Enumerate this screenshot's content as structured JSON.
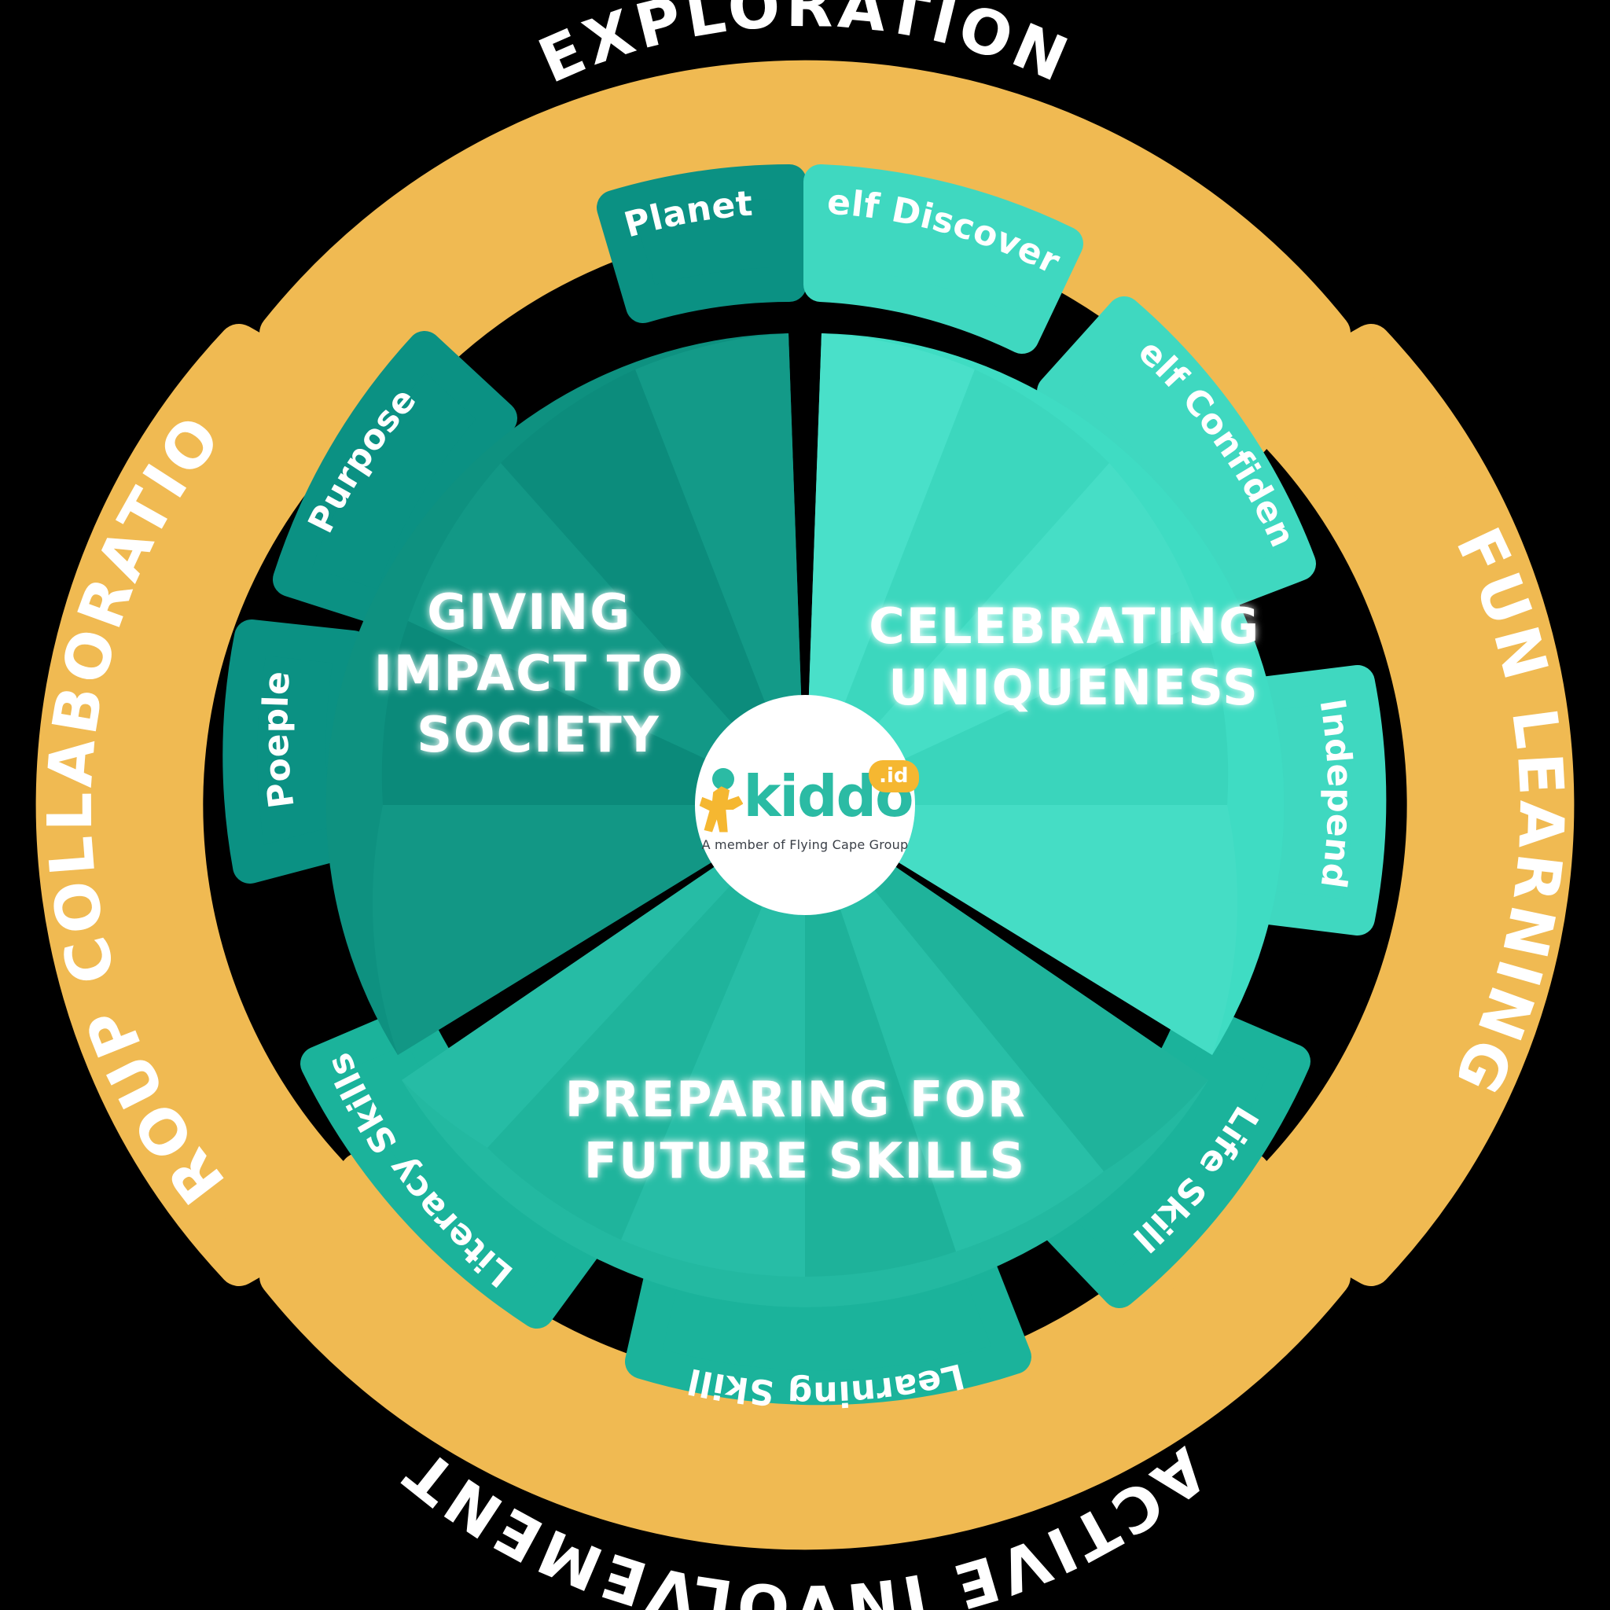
{
  "diagram": {
    "title": "kiddo.id learning wheel",
    "center": {
      "brand_name": "kiddo",
      "brand_tld": ".id",
      "tagline": "A member of Flying Cape Group"
    },
    "colors": {
      "background": "#000000",
      "outer_ring": "#F0BA52",
      "outer_ring_text": "#FFFFFF",
      "pie_giving": "#0E9180",
      "pie_celebrating": "#3FDCC3",
      "pie_preparing": "#23B9A1",
      "pill_giving": "#0B9183",
      "pill_celebrating": "#3FD8C0",
      "pill_preparing": "#1BB39B",
      "logo_teal": "#2BBBA4",
      "logo_orange": "#F5B731",
      "logo_sub_text": "#3A3F47"
    },
    "outer_ring_labels": [
      {
        "id": "exploration",
        "text": "EXPLORATION"
      },
      {
        "id": "fun-learning",
        "text": "FUN LEARNING"
      },
      {
        "id": "active-involvement",
        "text": "ACTIVE INVOLVEMENT"
      },
      {
        "id": "group-collaboration",
        "text": "GROUP COLLABORATION"
      }
    ],
    "sectors": [
      {
        "id": "giving-impact-to-society",
        "label": "GIVING IMPACT TO SOCIETY",
        "label_lines": [
          "GIVING",
          "IMPACT TO",
          "SOCIETY"
        ],
        "color": "#0E9180",
        "pills": [
          {
            "id": "planet",
            "text": "Planet"
          },
          {
            "id": "purpose",
            "text": "Purpose"
          },
          {
            "id": "poeple",
            "text": "Poeple"
          }
        ]
      },
      {
        "id": "celebrating-uniqueness",
        "label": "CELEBRATING UNIQUENESS",
        "label_lines": [
          "CELEBRATING",
          "UNIQUENESS"
        ],
        "color": "#3FDCC3",
        "pills": [
          {
            "id": "self-discovery",
            "text": "Self Discovery"
          },
          {
            "id": "self-confidence",
            "text": "Self Confidence"
          },
          {
            "id": "self-independence",
            "text": "Self Independence"
          }
        ]
      },
      {
        "id": "preparing-for-future-skills",
        "label": "PREPARING FOR FUTURE SKILLS",
        "label_lines": [
          "PREPARING FOR",
          "FUTURE SKILLS"
        ],
        "color": "#23B9A1",
        "pills": [
          {
            "id": "life-skill",
            "text": "Life Skill"
          },
          {
            "id": "learning-skill",
            "text": "Learning Skill"
          },
          {
            "id": "literacy-skills",
            "text": "Literacy Skills"
          }
        ]
      }
    ]
  }
}
